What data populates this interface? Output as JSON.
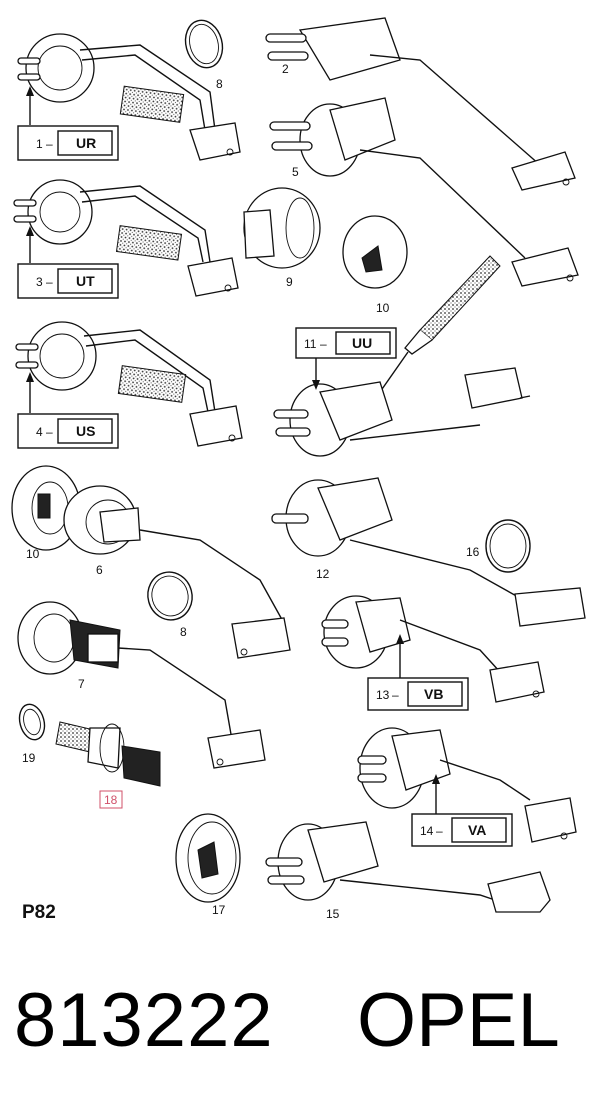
{
  "diagram": {
    "section": "P82",
    "callouts": [
      {
        "num": "1",
        "code": "UR"
      },
      {
        "num": "3",
        "code": "UT"
      },
      {
        "num": "4",
        "code": "US"
      },
      {
        "num": "11",
        "code": "UU"
      },
      {
        "num": "13",
        "code": "VB"
      },
      {
        "num": "14",
        "code": "VA"
      }
    ],
    "labels": {
      "l2": "2",
      "l5": "5",
      "l6": "6",
      "l7": "7",
      "l8a": "8",
      "l8b": "8",
      "l9": "9",
      "l10a": "10",
      "l10b": "10",
      "l12": "12",
      "l15": "15",
      "l16": "16",
      "l17": "17",
      "l19": "19",
      "l18": "18"
    }
  },
  "footer": {
    "part_number": "813222",
    "brand": "OPEL"
  }
}
